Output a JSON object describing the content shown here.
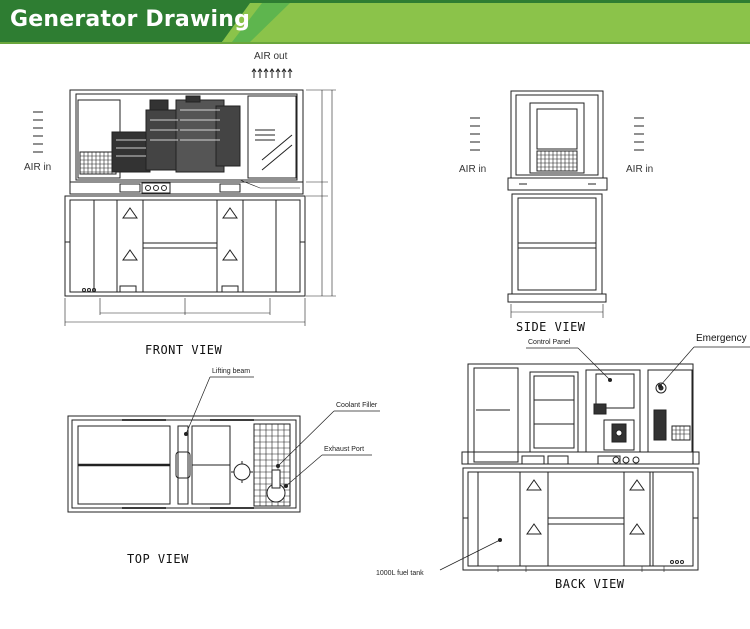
{
  "header": {
    "title": "Generator Drawing",
    "accent_color": "#8bc34a",
    "dark_color": "#2e7d32"
  },
  "airflow": {
    "air_out": "AIR out",
    "air_in": "AIR in"
  },
  "views": {
    "front": "FRONT VIEW",
    "side": "SIDE VIEW",
    "top": "TOP VIEW",
    "back": "BACK VIEW"
  },
  "callouts": {
    "lifting_beam": "Lifting beam",
    "coolant_filler": "Coolant Filler",
    "exhaust_port": "Exhaust Port",
    "control_panel": "Control Panel",
    "emergency": "Emergency",
    "fuel_tank": "1000L fuel tank"
  }
}
